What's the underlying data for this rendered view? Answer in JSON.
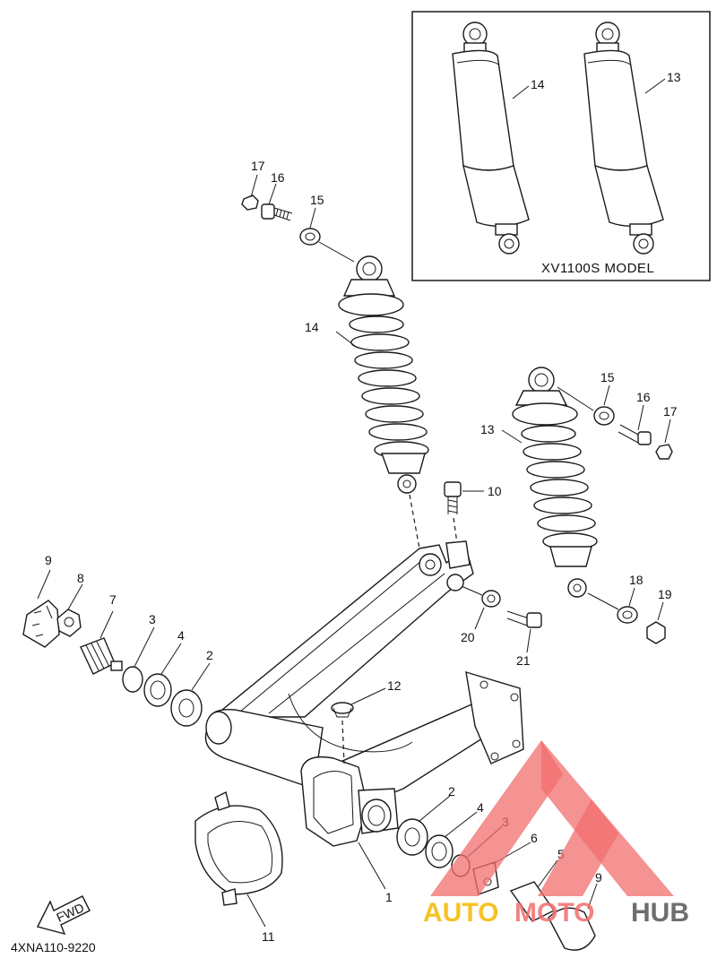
{
  "labels": {
    "p1": "1",
    "p2a": "2",
    "p2b": "2",
    "p3a": "3",
    "p3b": "3",
    "p4a": "4",
    "p4b": "4",
    "p5": "5",
    "p6": "6",
    "p7": "7",
    "p8": "8",
    "p9a": "9",
    "p9b": "9",
    "p10": "10",
    "p11": "11",
    "p12": "12",
    "p13a": "13",
    "p13b": "13",
    "p14a": "14",
    "p14b": "14",
    "p15a": "15",
    "p15b": "15",
    "p16a": "16",
    "p16b": "16",
    "p17a": "17",
    "p17b": "17",
    "p18": "18",
    "p19": "19",
    "p20": "20",
    "p21": "21"
  },
  "inset_caption": "XV1100S MODEL",
  "fwd_label": "FWD",
  "diagram_code": "4XNA110-9220",
  "watermark": {
    "part1": "AUTO",
    "part2": "MOTO",
    "part3": "HUB",
    "color_primary": "#f26d6d",
    "color_accent": "#f5b800"
  }
}
